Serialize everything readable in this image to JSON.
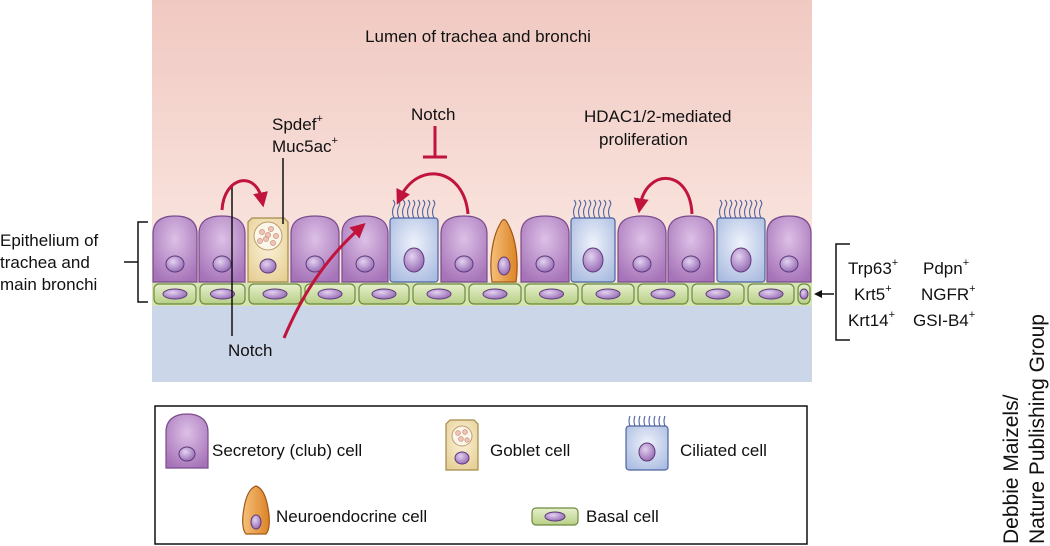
{
  "lumen_label": "Lumen of trachea and bronchi",
  "epithelium_label": [
    "Epithelium of",
    "trachea and",
    "main bronchi"
  ],
  "annotations": {
    "goblet_markers": [
      {
        "text": "Spdef",
        "sup": "+"
      },
      {
        "text": "Muc5ac",
        "sup": "+"
      }
    ],
    "notch_top": "Notch",
    "notch_bottom": "Notch",
    "hdac": [
      "HDAC1/2-mediated",
      "proliferation"
    ]
  },
  "basal_markers": [
    [
      {
        "text": "Trp63",
        "sup": "+"
      },
      {
        "text": "Pdpn",
        "sup": "+"
      }
    ],
    [
      {
        "text": "Krt5",
        "sup": "+"
      },
      {
        "text": "NGFR",
        "sup": "+"
      }
    ],
    [
      {
        "text": "Krt14",
        "sup": "+"
      },
      {
        "text": "GSI-B4",
        "sup": "+"
      }
    ]
  ],
  "legend": {
    "secretory": "Secretory (club) cell",
    "goblet": "Goblet cell",
    "ciliated": "Ciliated cell",
    "neuroendocrine": "Neuroendocrine cell",
    "basal": "Basal cell"
  },
  "credit": [
    "Debbie Maizels/",
    "Nature Publishing Group"
  ],
  "colors": {
    "secretory": "#b98ac8",
    "goblet": "#f3e2b8",
    "ciliated": "#c9d5ee",
    "neuroendocrine": "#e7983f",
    "basal": "#c9dca0",
    "arrow": "#c0143c",
    "lumen_top": "#f0c9c2",
    "submucosa": "#cbd6e8"
  }
}
